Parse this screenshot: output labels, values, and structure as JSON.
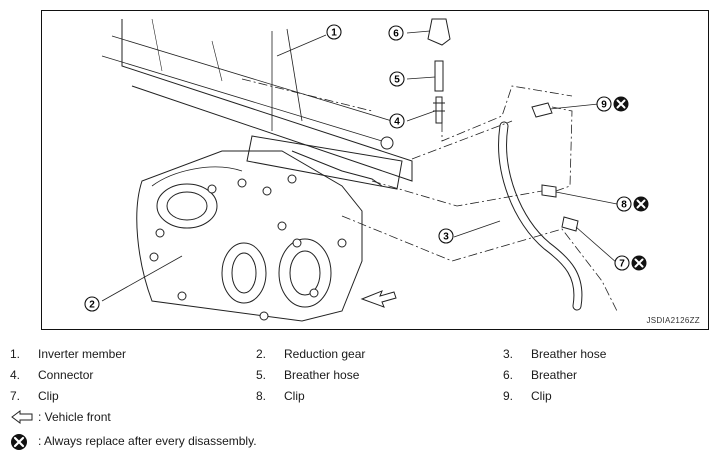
{
  "figure": {
    "code": "JSDIA2126ZZ",
    "callouts": [
      {
        "num": "1",
        "replace": false
      },
      {
        "num": "2",
        "replace": false
      },
      {
        "num": "3",
        "replace": false
      },
      {
        "num": "4",
        "replace": false
      },
      {
        "num": "5",
        "replace": false
      },
      {
        "num": "6",
        "replace": false
      },
      {
        "num": "7",
        "replace": true
      },
      {
        "num": "8",
        "replace": true
      },
      {
        "num": "9",
        "replace": true
      }
    ]
  },
  "legend": {
    "items": [
      {
        "num": "1.",
        "label": "Inverter member"
      },
      {
        "num": "2.",
        "label": "Reduction gear"
      },
      {
        "num": "3.",
        "label": "Breather hose"
      },
      {
        "num": "4.",
        "label": "Connector"
      },
      {
        "num": "5.",
        "label": "Breather hose"
      },
      {
        "num": "6.",
        "label": "Breather"
      },
      {
        "num": "7.",
        "label": "Clip"
      },
      {
        "num": "8.",
        "label": "Clip"
      },
      {
        "num": "9.",
        "label": "Clip"
      }
    ]
  },
  "notes": {
    "vehicle_front": ": Vehicle front",
    "always_replace": ": Always replace after every disassembly."
  }
}
